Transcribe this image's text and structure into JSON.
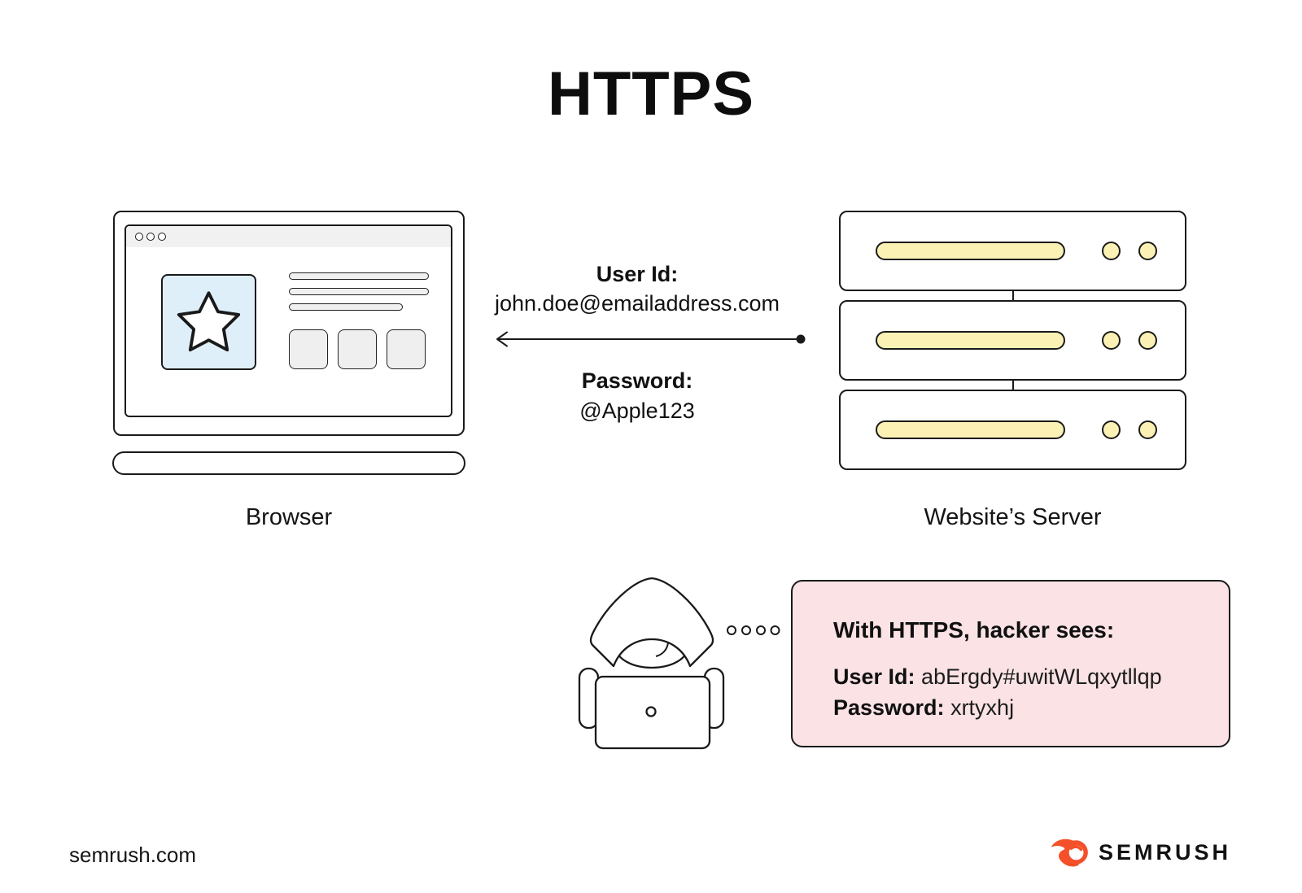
{
  "title": "HTTPS",
  "browser": {
    "label": "Browser"
  },
  "server": {
    "label": "Website’s Server"
  },
  "transfer": {
    "user_id_label": "User Id:",
    "user_id_value": "john.doe@emailaddress.com",
    "password_label": "Password:",
    "password_value": "@Apple123"
  },
  "hacker_box": {
    "title": "With HTTPS, hacker sees:",
    "user_id_label": "User Id:",
    "user_id_value": "abErgdy#uwitWLqxytllqp",
    "password_label": "Password:",
    "password_value": "xrtyxhj"
  },
  "footer": {
    "site": "semrush.com",
    "brand": "SEMRUSH"
  },
  "icons": {
    "star": "star-icon",
    "window_controls": "three-circles",
    "hacker": "hooded-hacker-with-laptop-icon",
    "connection_dots": "four-dots",
    "brand_flame": "semrush-flame-icon"
  },
  "colors": {
    "accent_yellow": "#FBF1B4",
    "accent_blue": "#DFEFFA",
    "accent_pink": "#FAE2E5",
    "brand_orange": "#F4502A",
    "stroke": "#1A1A1A"
  }
}
